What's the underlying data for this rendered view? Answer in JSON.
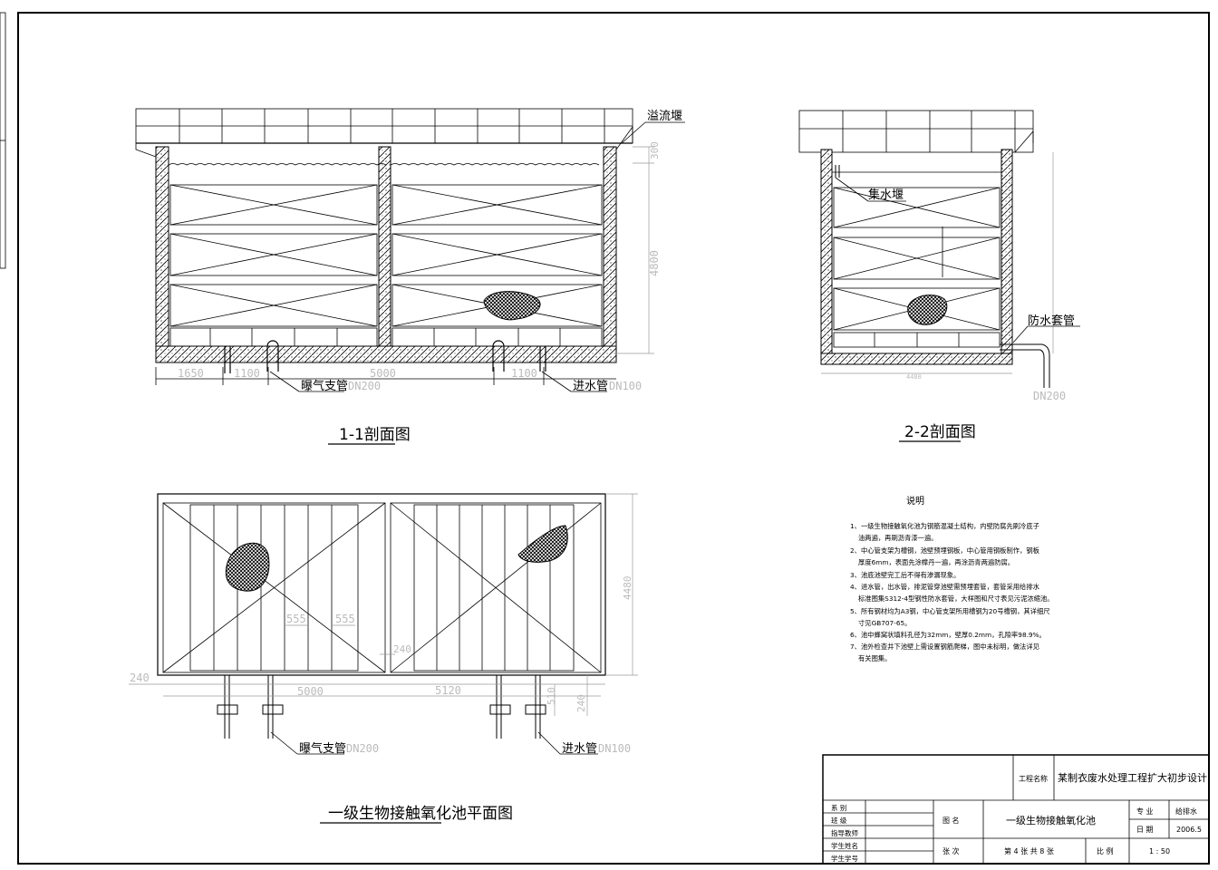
{
  "labels": {
    "overflow_weir": "溢流堰",
    "collect_weir": "集水堰",
    "waterproof_sleeve": "防水套管",
    "aeration_pipe_1": "曝气支管",
    "aeration_pipe_1_dn": "DN200",
    "inlet_pipe_1": "进水管",
    "inlet_pipe_1_dn": "DN100",
    "dn200_2": "DN200",
    "aeration_pipe_3": "曝气支管",
    "aeration_pipe_3_dn": "DN200",
    "inlet_pipe_3": "进水管",
    "inlet_pipe_3_dn": "DN100"
  },
  "titles": {
    "section_1_1": "1-1剖面图",
    "section_2_2": "2-2剖面图",
    "plan": "一级生物接触氧化池平面图"
  },
  "dims": {
    "s1_1650": "1650",
    "s1_1100a": "1100",
    "s1_5000": "5000",
    "s1_1100b": "1100",
    "s1_300": "300",
    "s1_4800": "4800",
    "s2_4480": "4480",
    "p_4480": "4480",
    "p_555a": "555",
    "p_555b": "555",
    "p_240a": "240",
    "p_240b": "240",
    "p_240c": "240",
    "p_5000": "5000",
    "p_5120": "5120",
    "p_510": "510"
  },
  "notes": {
    "title": "说明",
    "lines": [
      "1、一级生物接触氧化池为钢筋混凝土结构，内壁防腐先刷冷底子",
      "油两遍，再刷沥青漆一遍。",
      "2、中心管支架为槽钢，池壁预埋钢板，中心管用钢板制作，钢板",
      "厚度6mm，表面先涂樟丹一遍，再涂沥青两遍防腐。",
      "3、池底池壁完工后不得有渗漏现象。",
      "4、进水管，出水管，排泥管穿池壁需预埋套管，套管采用给排水",
      "标准图集S312-4型钢性防水套管，大样图和尺寸表见污泥浓缩池。",
      "5、所有钢材均为A3钢，中心管支架所用槽钢为20号槽钢，其详细尺",
      "寸见GB707-65。",
      "6、池中蜂窝状填料孔径为32mm，壁厚0.2mm，孔隙率98.9%。",
      "7、池外检查井下池壁上需设置钢筋爬梯，图中未标明，做法详见",
      "有关图集。"
    ]
  },
  "title_block": {
    "project_label": "工程名称",
    "project_name": "某制衣废水处理工程扩大初步设计",
    "rows_left": [
      "系    别",
      "班    级",
      "指导教师",
      "学生姓名",
      "学生学号"
    ],
    "drawing_label": "图    名",
    "drawing_name": "一级生物接触氧化池",
    "major_label": "专    业",
    "major_value": "给排水",
    "date_label": "日    期",
    "date_value": "2006.5",
    "sheet_label": "张    次",
    "sheet_value": "第 4 张  共 8 张",
    "scale_label": "比    例",
    "scale_value": "1 :  50"
  }
}
